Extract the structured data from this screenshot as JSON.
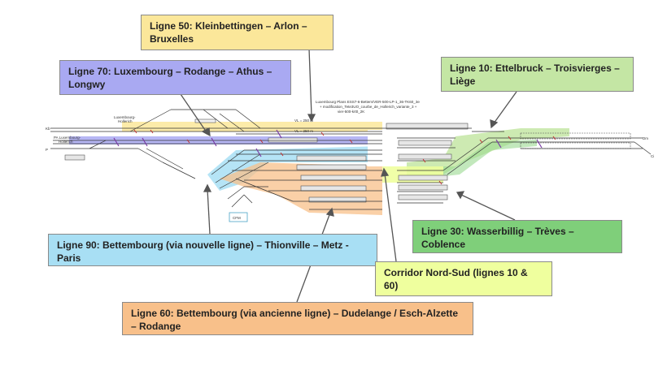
{
  "callouts": {
    "ligne50": "Ligne 50: Kleinbettingen – Arlon – Bruxelles",
    "ligne70": "Ligne 70: Luxembourg – Rodange – Athus – Longwy",
    "ligne10": "Ligne 10: Ettelbruck – Troisvierges – Liège",
    "ligne90": "Ligne 90: Bettembourg (via nouvelle ligne) – Thionville – Metz - Paris",
    "ligne30": "Ligne 30: Wasserbillig – Trèves – Coblence",
    "corridor": "Corridor Nord-Sud (lignes 10 & 60)",
    "ligne60": "Ligne 60: Bettembourg (via ancienne ligne) – Dudelange / Esch-Alzette – Rodange"
  },
  "colors": {
    "ligne50": "#fbe79a",
    "ligne70": "#a9a9f2",
    "ligne10": "#c4e6a4",
    "ligne90": "#a8dff4",
    "ligne30": "#7fcf7a",
    "corridor": "#efff9e",
    "ligne60": "#f8c08a"
  },
  "diagram_labels": {
    "plan_title": "Luxembourg Plans ESS7-6-Bettem/VER-500-LP-1_36-TK60_3e",
    "plan_sub1": "+ modification_Tete3UO_courbe_de_Hollerich_variante_3 +",
    "plan_sub2": "vier-500-krt0_2K",
    "luxembourg_hollerich_a": "Luxembourg-",
    "luxembourg_hollerich_b": "Hollerich",
    "pa_luxembourg_a": "PA Luxembourg-",
    "pa_luxembourg_b": "Hollerich",
    "track_kb": "Kb",
    "track_p": "P",
    "track_dm": "Dm",
    "track_ci": "Ci",
    "cfl_box": "CFM",
    "speed1": "VL = 250 m",
    "speed2": "VL = 250 m"
  },
  "arrow_color": "#555555",
  "track_color": "#333333"
}
